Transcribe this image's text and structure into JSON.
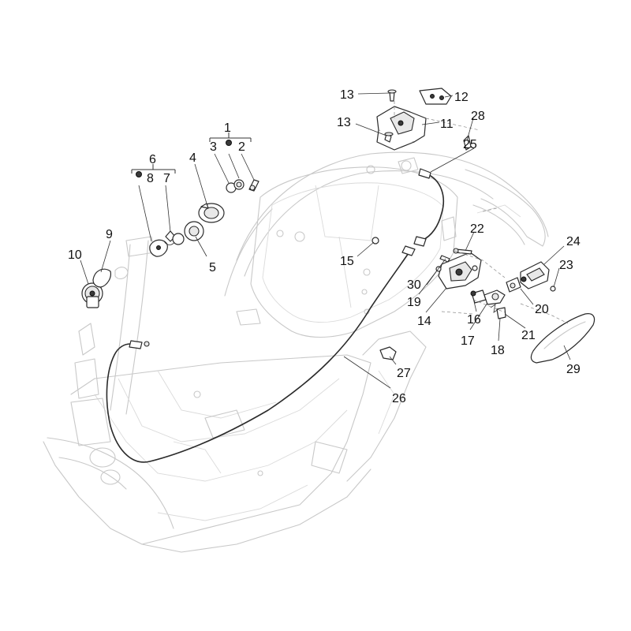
{
  "callouts": {
    "c1": "1",
    "c2": "2",
    "c3": "3",
    "c4": "4",
    "c5": "5",
    "c6": "6",
    "c7": "7",
    "c8": "8",
    "c9": "9",
    "c10": "10",
    "c11": "11",
    "c12": "12",
    "c13a": "13",
    "c13b": "13",
    "c14": "14",
    "c15": "15",
    "c16": "16",
    "c17": "17",
    "c18": "18",
    "c19": "19",
    "c20": "20",
    "c21": "21",
    "c22": "22",
    "c23": "23",
    "c24": "24",
    "c25": "25",
    "c26": "26",
    "c27": "27",
    "c28": "28",
    "c29": "29",
    "c30": "30"
  },
  "colors": {
    "frame": "#c8c8c8",
    "part": "#2a2a2a",
    "background": "#ffffff"
  }
}
